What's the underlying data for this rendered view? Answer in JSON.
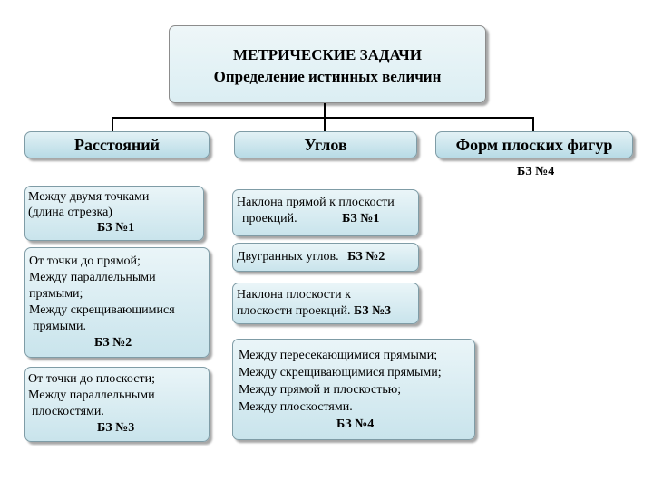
{
  "root": {
    "title": "МЕТРИЧЕСКИЕ ЗАДАЧИ",
    "subtitle": "Определение истинных величин"
  },
  "headers": {
    "distances": "Расстояний",
    "angles": "Углов",
    "shapes": "Форм плоских фигур"
  },
  "shapes_bz": "БЗ №4",
  "distances": {
    "box1": {
      "lines": [
        "Между двумя точками",
        "(длина отрезка)"
      ],
      "bz": "БЗ №1"
    },
    "box2": {
      "lines": [
        "От точки до прямой;",
        "Между параллельными",
        "прямыми;",
        "Между скрещивающимися",
        "прямыми."
      ],
      "bz": "БЗ №2"
    },
    "box3": {
      "lines": [
        "От точки до плоскости;",
        "Между параллельными",
        "плоскостями."
      ],
      "bz": "БЗ №3"
    }
  },
  "angles": {
    "box1": {
      "lines": [
        "Наклона прямой к плоскости",
        "проекций."
      ],
      "bz": "БЗ №1"
    },
    "box2": {
      "text": "Двугранных углов.",
      "bz": "БЗ №2"
    },
    "box3": {
      "lines": [
        "Наклона плоскости к",
        "плоскости проекций."
      ],
      "bz": "БЗ №3"
    },
    "box4": {
      "lines": [
        "Между пересекающимися прямыми;",
        "Между скрещивающимися прямыми;",
        "Между прямой и плоскостью;",
        "Между плоскостями."
      ],
      "bz": "БЗ №4"
    }
  }
}
